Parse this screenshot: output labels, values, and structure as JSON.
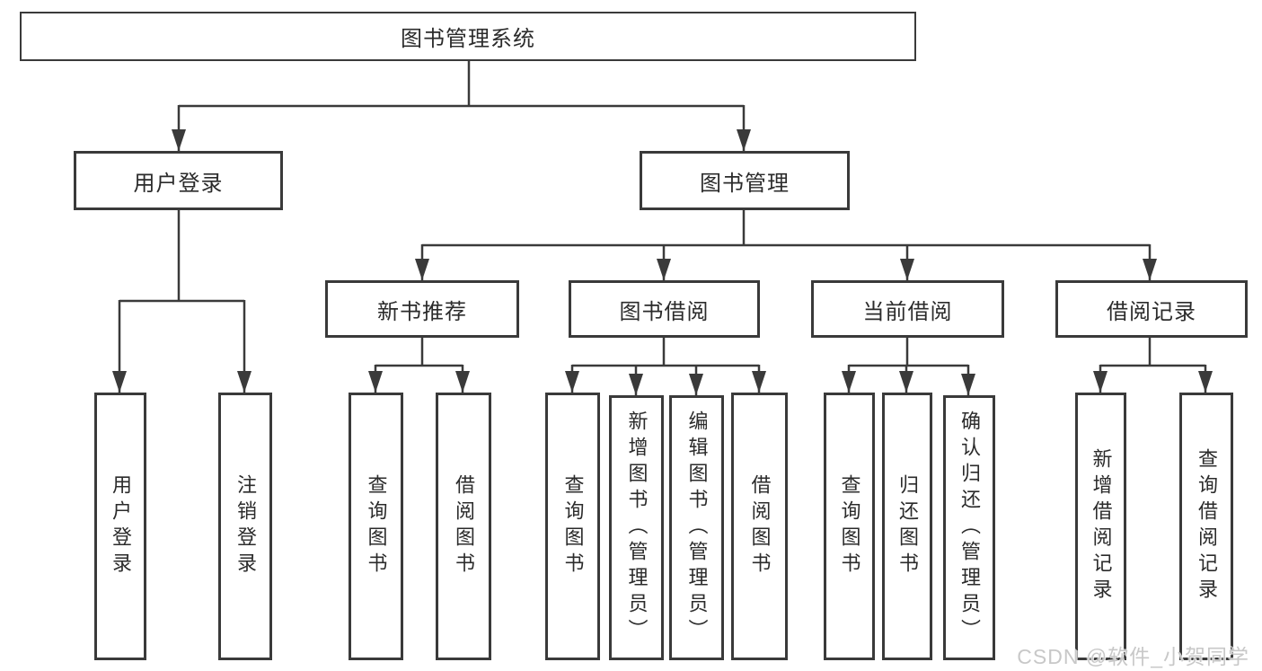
{
  "tree": {
    "root": {
      "label": "图书管理系统",
      "children": [
        {
          "label": "用户登录",
          "children": [
            {
              "label": "用户登录"
            },
            {
              "label": "注销登录"
            }
          ]
        },
        {
          "label": "图书管理",
          "children": [
            {
              "label": "新书推荐",
              "children": [
                {
                  "label": "查询图书"
                },
                {
                  "label": "借阅图书"
                }
              ]
            },
            {
              "label": "图书借阅",
              "children": [
                {
                  "label": "查询图书"
                },
                {
                  "label": "新增图书（管理员）"
                },
                {
                  "label": "编辑图书（管理员）"
                },
                {
                  "label": "借阅图书"
                }
              ]
            },
            {
              "label": "当前借阅",
              "children": [
                {
                  "label": "查询图书"
                },
                {
                  "label": "归还图书"
                },
                {
                  "label": "确认归还（管理员）"
                }
              ]
            },
            {
              "label": "借阅记录",
              "children": [
                {
                  "label": "新增借阅记录"
                },
                {
                  "label": "查询借阅记录"
                }
              ]
            }
          ]
        }
      ]
    }
  },
  "watermark": {
    "text": "CSDN @软件_小贺同学"
  },
  "colors": {
    "line": "#3a3a3a",
    "text": "#2b2b2b",
    "box_background": "#ffffff",
    "page_background": "#ffffff",
    "watermark": "#c8c8c8"
  }
}
